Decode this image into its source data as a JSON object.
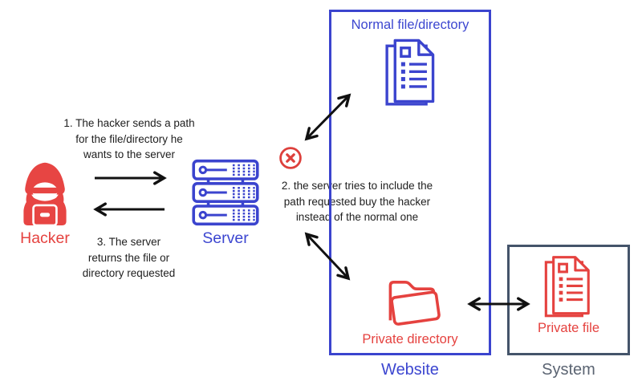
{
  "colors": {
    "red": "#e5423f",
    "blue": "#3c46d0",
    "box_blue_border": "#3b44ce",
    "system_border": "#44546a",
    "system_text": "#5b6472",
    "arrow_black": "#111111",
    "text_black": "#1e1e1e"
  },
  "hacker": {
    "label": "Hacker"
  },
  "server": {
    "label": "Server"
  },
  "steps": {
    "step1": "1. The hacker sends a path\nfor the file/directory he\nwants to the server",
    "step2": "2. the server tries to include the\npath requested buy the hacker\ninstead of the normal one",
    "step3": "3. The server\nreturns the file or\ndirectory requested"
  },
  "website_box": {
    "label": "Website",
    "normal_file": "Normal file/directory",
    "private_directory": "Private directory"
  },
  "system_box": {
    "label": "System",
    "private_file": "Private file"
  },
  "icons": {
    "hacker": "hacker-icon",
    "server": "server-rack-icon",
    "error": "error-x-icon",
    "normal_file": "documents-icon",
    "private_directory": "folder-icon",
    "private_file": "documents-icon"
  }
}
